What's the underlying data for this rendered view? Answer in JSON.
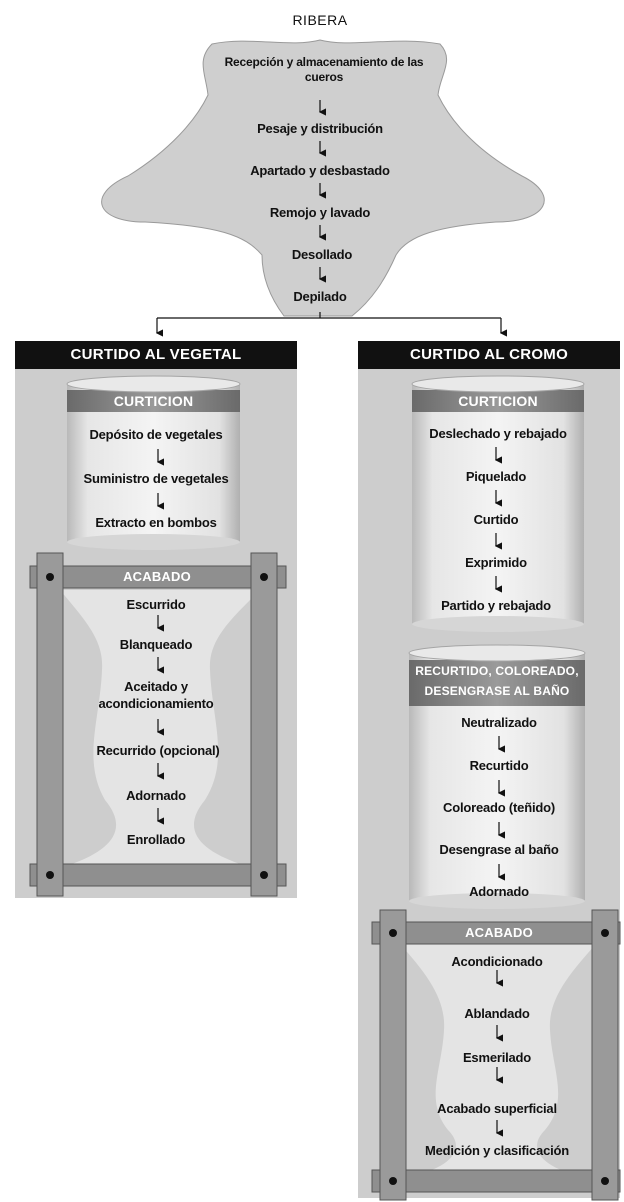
{
  "ribera": {
    "title": "RIBERA",
    "steps": [
      "Recepción y almacenamiento de las cueros",
      "Pesaje y distribución",
      "Apartado y desbastado",
      "Remojo y lavado",
      "Desollado",
      "Depilado"
    ]
  },
  "vegetal": {
    "header": "CURTIDO AL VEGETAL",
    "curticion": {
      "title": "CURTICION",
      "steps": [
        "Depósito de vegetales",
        "Suministro de vegetales",
        "Extracto en bombos"
      ]
    },
    "acabado": {
      "title": "ACABADO",
      "steps": [
        "Escurrido",
        "Blanqueado",
        "Aceitado y acondicionamiento",
        "Recurrido (opcional)",
        "Adornado",
        "Enrollado"
      ]
    }
  },
  "cromo": {
    "header": "CURTIDO AL CROMO",
    "curticion": {
      "title": "CURTICION",
      "steps": [
        "Deslechado y rebajado",
        "Piquelado",
        "Curtido",
        "Exprimido",
        "Partido y rebajado"
      ]
    },
    "recurtido": {
      "title_line1": "RECURTIDO, COLOREADO,",
      "title_line2": "DESENGRASE AL BAÑO",
      "steps": [
        "Neutralizado",
        "Recurtido",
        "Coloreado (teñido)",
        "Desengrase al baño",
        "Adornado"
      ]
    },
    "acabado": {
      "title": "ACABADO",
      "steps": [
        "Acondicionado",
        "Ablandado",
        "Esmerilado",
        "Acabado superficial",
        "Medición y clasificación"
      ]
    }
  }
}
